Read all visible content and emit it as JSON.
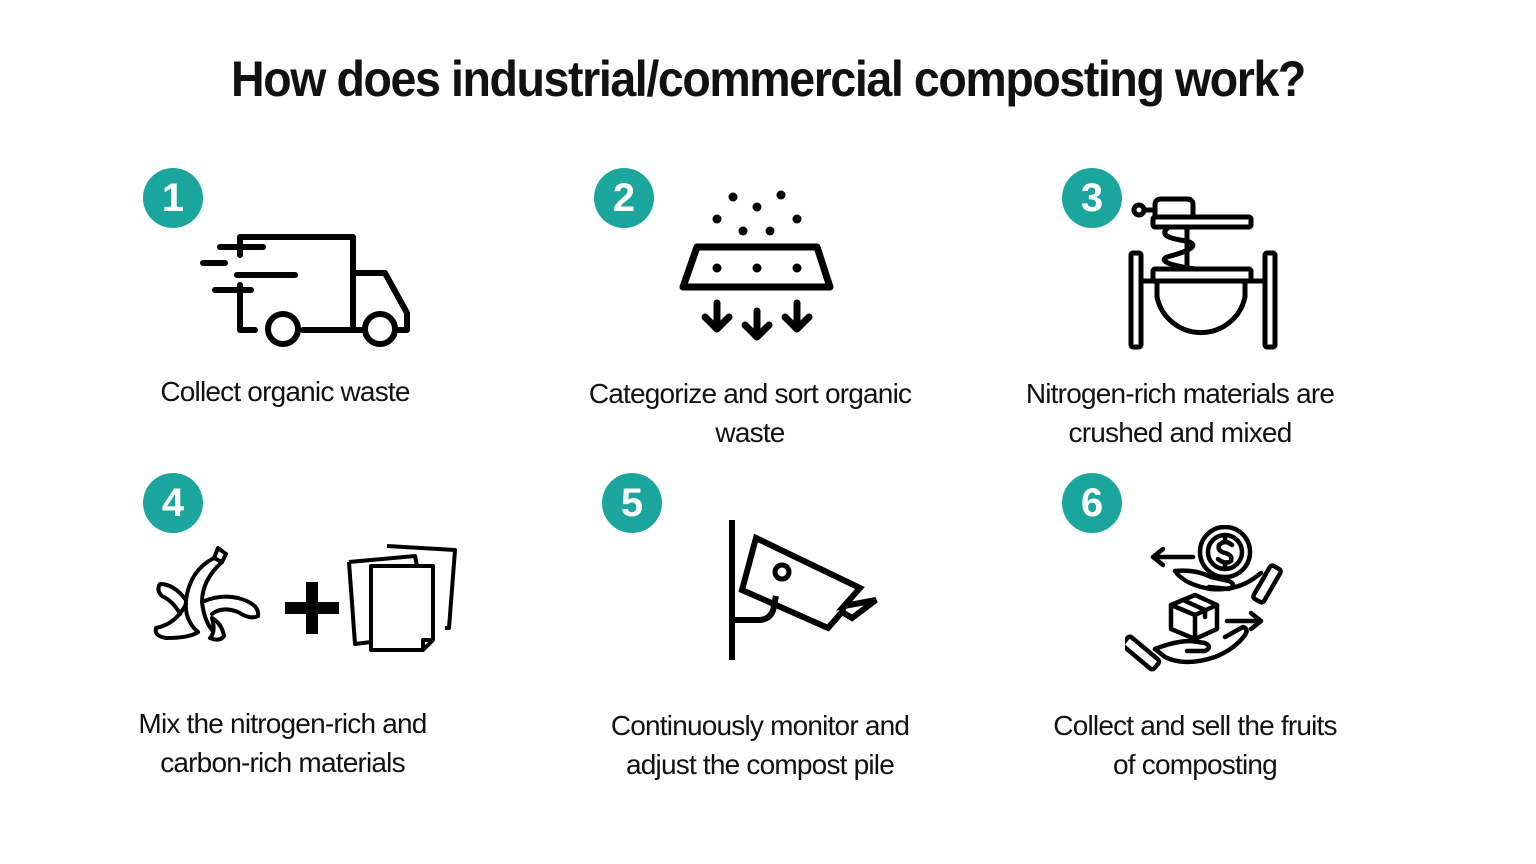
{
  "title": "How does industrial/commercial composting work?",
  "accent_color": "#1aa69c",
  "steps": [
    {
      "number": "1",
      "icon": "delivery-truck-icon",
      "label_line1": "Collect organic waste",
      "label_line2": ""
    },
    {
      "number": "2",
      "icon": "sieve-sort-icon",
      "label_line1": "Categorize and sort organic",
      "label_line2": "waste"
    },
    {
      "number": "3",
      "icon": "mixer-crusher-icon",
      "label_line1": "Nitrogen-rich materials are",
      "label_line2": "crushed and mixed"
    },
    {
      "number": "4",
      "icon": "banana-peel-plus-paper-icon",
      "label_line1": "Mix the nitrogen-rich and",
      "label_line2": "carbon-rich materials"
    },
    {
      "number": "5",
      "icon": "monitoring-camera-icon",
      "label_line1": "Continuously monitor and",
      "label_line2": "adjust the compost pile"
    },
    {
      "number": "6",
      "icon": "exchange-sell-icon",
      "label_line1": "Collect and sell the fruits",
      "label_line2": "of composting"
    }
  ]
}
